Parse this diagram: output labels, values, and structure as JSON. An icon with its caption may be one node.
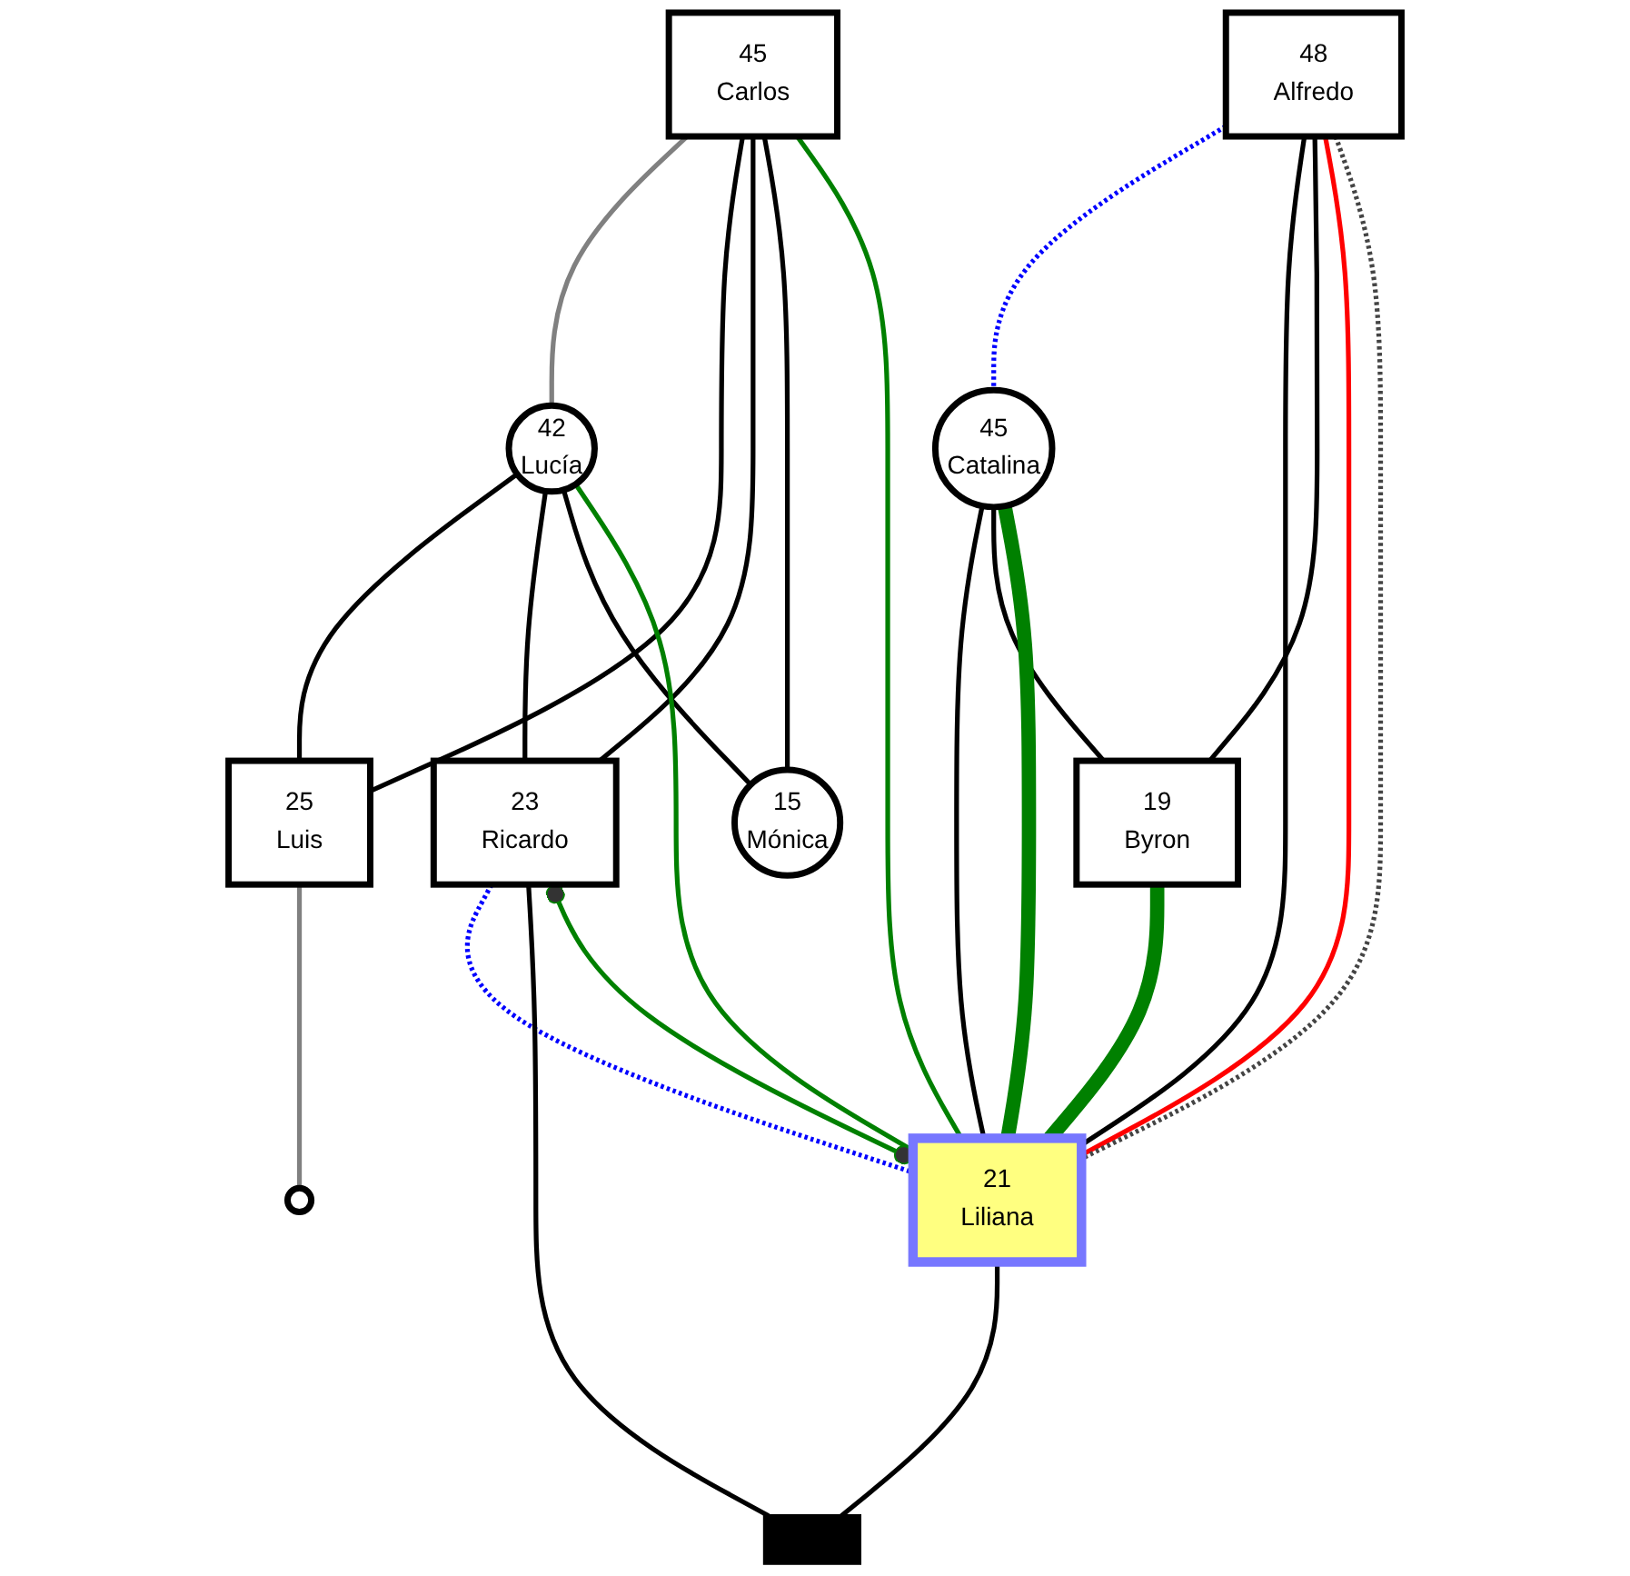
{
  "diagram": {
    "nodes": [
      {
        "text": [
          "45",
          "Carlos"
        ]
      },
      {
        "text": [
          "42",
          "Lucía"
        ]
      },
      {
        "text": [
          "48",
          "Alfredo"
        ]
      },
      {
        "text": [
          "45",
          "Catalina"
        ]
      },
      {
        "text": [
          "25",
          "Luis"
        ]
      },
      {
        "text": [],
        "shape": "circle"
      },
      {
        "text": [
          "15",
          "Mónica"
        ]
      },
      {
        "text": [
          "19",
          "Byron"
        ]
      },
      {
        "text": [
          "23",
          "Ricardo"
        ]
      },
      {
        "text": [
          "21",
          "Liliana"
        ]
      },
      {
        "text": [],
        "shape": "bar"
      }
    ],
    "edges": [
      {
        "from": 0,
        "to": 1,
        "arrow": "none",
        "color": "#808080"
      },
      {
        "from": 0,
        "to": 4,
        "arrow": "none"
      },
      {
        "from": 1,
        "to": 4,
        "arrow": "none"
      },
      {
        "from": 0,
        "to": 8,
        "arrow": "none"
      },
      {
        "from": 1,
        "to": 8,
        "arrow": "none"
      },
      {
        "from": 0,
        "to": 6,
        "arrow": "none"
      },
      {
        "from": 1,
        "to": 6,
        "arrow": "none"
      },
      {
        "from": 4,
        "to": 5,
        "arrow": "none",
        "color": "#808080"
      },
      {
        "from": 2,
        "to": 3,
        "arrow": "none",
        "style": "dashed",
        "color": "#0000ff"
      },
      {
        "from": 2,
        "to": 9,
        "arrow": "none"
      },
      {
        "from": 3,
        "to": 9,
        "arrow": "none"
      },
      {
        "from": 2,
        "to": 7,
        "arrow": "none"
      },
      {
        "from": 3,
        "to": 7,
        "arrow": "none"
      },
      {
        "from": 8,
        "to": 9,
        "arrow": "none",
        "style": "dashed",
        "color": "#0000ff"
      },
      {
        "from": 8,
        "to": 10,
        "arrow": "none"
      },
      {
        "from": 9,
        "to": 10,
        "arrow": "none"
      },
      {
        "from": 0,
        "to": 9,
        "arrow": "none",
        "color": "#008000"
      },
      {
        "from": 1,
        "to": 9,
        "arrow": "none",
        "color": "#008000"
      },
      {
        "from": 2,
        "to": 9,
        "arrow": "none",
        "color": "#ff0000"
      },
      {
        "from": 2,
        "to": 9,
        "arrow": "none",
        "style": "dashed",
        "color": "#444444"
      },
      {
        "from": 3,
        "to": 9,
        "arrow": "none",
        "style": "thick",
        "color": "#008000"
      },
      {
        "from": 7,
        "to": 9,
        "arrow": "none",
        "style": "thick",
        "color": "#008000"
      },
      {
        "from": 8,
        "to": 9,
        "arrow": "other",
        "color": "#008000"
      }
    ]
  }
}
